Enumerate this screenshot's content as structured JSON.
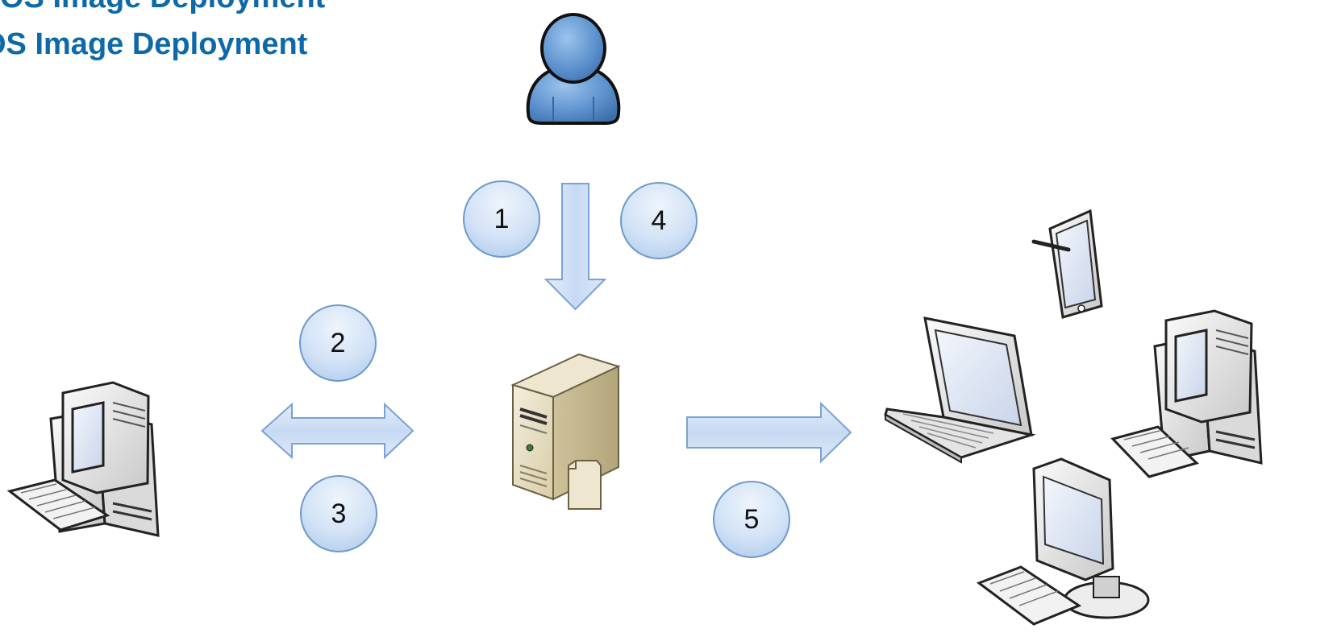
{
  "header": {
    "line1": "OS Image Deployment",
    "line2": "OS Image Deployment"
  },
  "steps": [
    {
      "label": "1"
    },
    {
      "label": "4"
    },
    {
      "label": "2"
    },
    {
      "label": "3"
    },
    {
      "label": "5"
    }
  ],
  "colors": {
    "title": "#0E69A8",
    "arrow_fill": "#CFE0F6",
    "arrow_stroke": "#7AA2D4",
    "badge_fill": "#D2E2F6",
    "badge_stroke": "#6E9ACB",
    "user_fill": "#4F86C6",
    "server_fill": "#E9E1C8"
  },
  "icons": {
    "user": "user-icon",
    "server": "server-icon",
    "source_pc": "desktop-computer-icon",
    "tablet": "tablet-icon",
    "laptop": "laptop-icon",
    "target_pc": "desktop-computer-icon",
    "monitor": "monitor-icon"
  }
}
